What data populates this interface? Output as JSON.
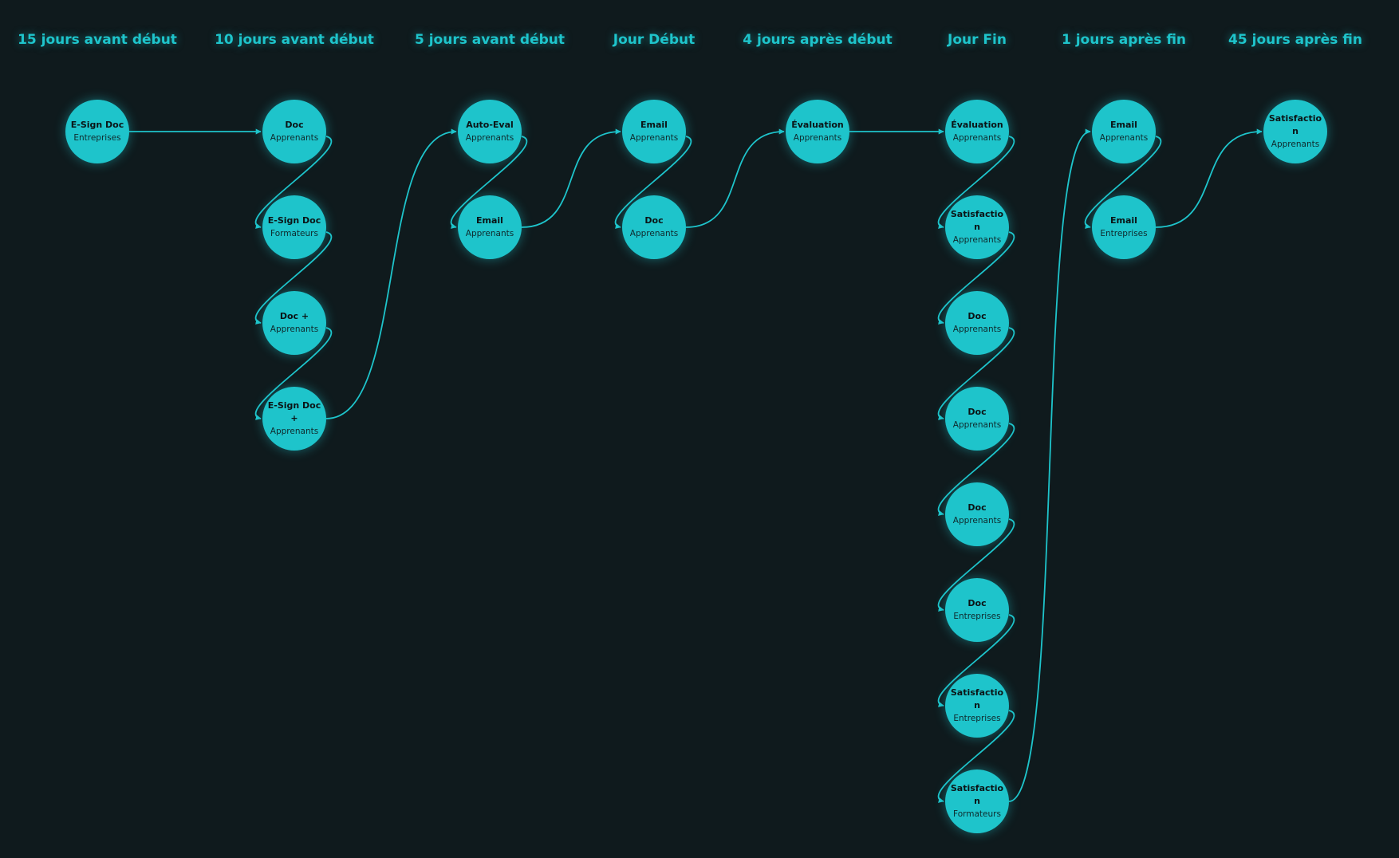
{
  "theme": {
    "background": "#0f1a1d",
    "accent": "#1ec4cb",
    "node_text": "#0b1416"
  },
  "columns": [
    {
      "id": "c1",
      "label": "15 jours avant début"
    },
    {
      "id": "c2",
      "label": "10 jours avant début"
    },
    {
      "id": "c3",
      "label": "5 jours avant début"
    },
    {
      "id": "c4",
      "label": "Jour Début"
    },
    {
      "id": "c5",
      "label": "4 jours après début"
    },
    {
      "id": "c6",
      "label": "Jour Fin"
    },
    {
      "id": "c7",
      "label": "1 jours après fin"
    },
    {
      "id": "c8",
      "label": "45 jours après fin"
    }
  ],
  "nodes": [
    {
      "id": "n1",
      "column": "c1",
      "row": 0,
      "title": "E-Sign Doc",
      "subtitle": "Entreprises"
    },
    {
      "id": "n2",
      "column": "c2",
      "row": 0,
      "title": "Doc",
      "subtitle": "Apprenants"
    },
    {
      "id": "n3",
      "column": "c2",
      "row": 1,
      "title": "E-Sign Doc",
      "subtitle": "Formateurs"
    },
    {
      "id": "n4",
      "column": "c2",
      "row": 2,
      "title": "Doc +",
      "subtitle": "Apprenants"
    },
    {
      "id": "n5",
      "column": "c2",
      "row": 3,
      "title": "E-Sign Doc +",
      "subtitle": "Apprenants"
    },
    {
      "id": "n6",
      "column": "c3",
      "row": 0,
      "title": "Auto-Eval",
      "subtitle": "Apprenants"
    },
    {
      "id": "n7",
      "column": "c3",
      "row": 1,
      "title": "Email",
      "subtitle": "Apprenants"
    },
    {
      "id": "n8",
      "column": "c4",
      "row": 0,
      "title": "Email",
      "subtitle": "Apprenants"
    },
    {
      "id": "n9",
      "column": "c4",
      "row": 1,
      "title": "Doc",
      "subtitle": "Apprenants"
    },
    {
      "id": "n10",
      "column": "c5",
      "row": 0,
      "title": "Évaluation",
      "subtitle": "Apprenants"
    },
    {
      "id": "n11",
      "column": "c6",
      "row": 0,
      "title": "Évaluation",
      "subtitle": "Apprenants"
    },
    {
      "id": "n12",
      "column": "c6",
      "row": 1,
      "title": "Satisfaction",
      "subtitle": "Apprenants"
    },
    {
      "id": "n13",
      "column": "c6",
      "row": 2,
      "title": "Doc",
      "subtitle": "Apprenants"
    },
    {
      "id": "n14",
      "column": "c6",
      "row": 3,
      "title": "Doc",
      "subtitle": "Apprenants"
    },
    {
      "id": "n15",
      "column": "c6",
      "row": 4,
      "title": "Doc",
      "subtitle": "Apprenants"
    },
    {
      "id": "n16",
      "column": "c6",
      "row": 5,
      "title": "Doc",
      "subtitle": "Entreprises"
    },
    {
      "id": "n17",
      "column": "c6",
      "row": 6,
      "title": "Satisfaction",
      "subtitle": "Entreprises"
    },
    {
      "id": "n18",
      "column": "c6",
      "row": 7,
      "title": "Satisfaction",
      "subtitle": "Formateurs"
    },
    {
      "id": "n19",
      "column": "c7",
      "row": 0,
      "title": "Email",
      "subtitle": "Apprenants"
    },
    {
      "id": "n20",
      "column": "c7",
      "row": 1,
      "title": "Email",
      "subtitle": "Entreprises"
    },
    {
      "id": "n21",
      "column": "c8",
      "row": 0,
      "title": "Satisfaction",
      "subtitle": "Apprenants"
    }
  ],
  "edges": [
    {
      "from": "n1",
      "to": "n2"
    },
    {
      "from": "n2",
      "to": "n3"
    },
    {
      "from": "n3",
      "to": "n4"
    },
    {
      "from": "n4",
      "to": "n5"
    },
    {
      "from": "n5",
      "to": "n6"
    },
    {
      "from": "n6",
      "to": "n7"
    },
    {
      "from": "n7",
      "to": "n8"
    },
    {
      "from": "n8",
      "to": "n9"
    },
    {
      "from": "n9",
      "to": "n10"
    },
    {
      "from": "n10",
      "to": "n11"
    },
    {
      "from": "n11",
      "to": "n12"
    },
    {
      "from": "n12",
      "to": "n13"
    },
    {
      "from": "n13",
      "to": "n14"
    },
    {
      "from": "n14",
      "to": "n15"
    },
    {
      "from": "n15",
      "to": "n16"
    },
    {
      "from": "n16",
      "to": "n17"
    },
    {
      "from": "n17",
      "to": "n18"
    },
    {
      "from": "n18",
      "to": "n19"
    },
    {
      "from": "n19",
      "to": "n20"
    },
    {
      "from": "n20",
      "to": "n21"
    }
  ]
}
